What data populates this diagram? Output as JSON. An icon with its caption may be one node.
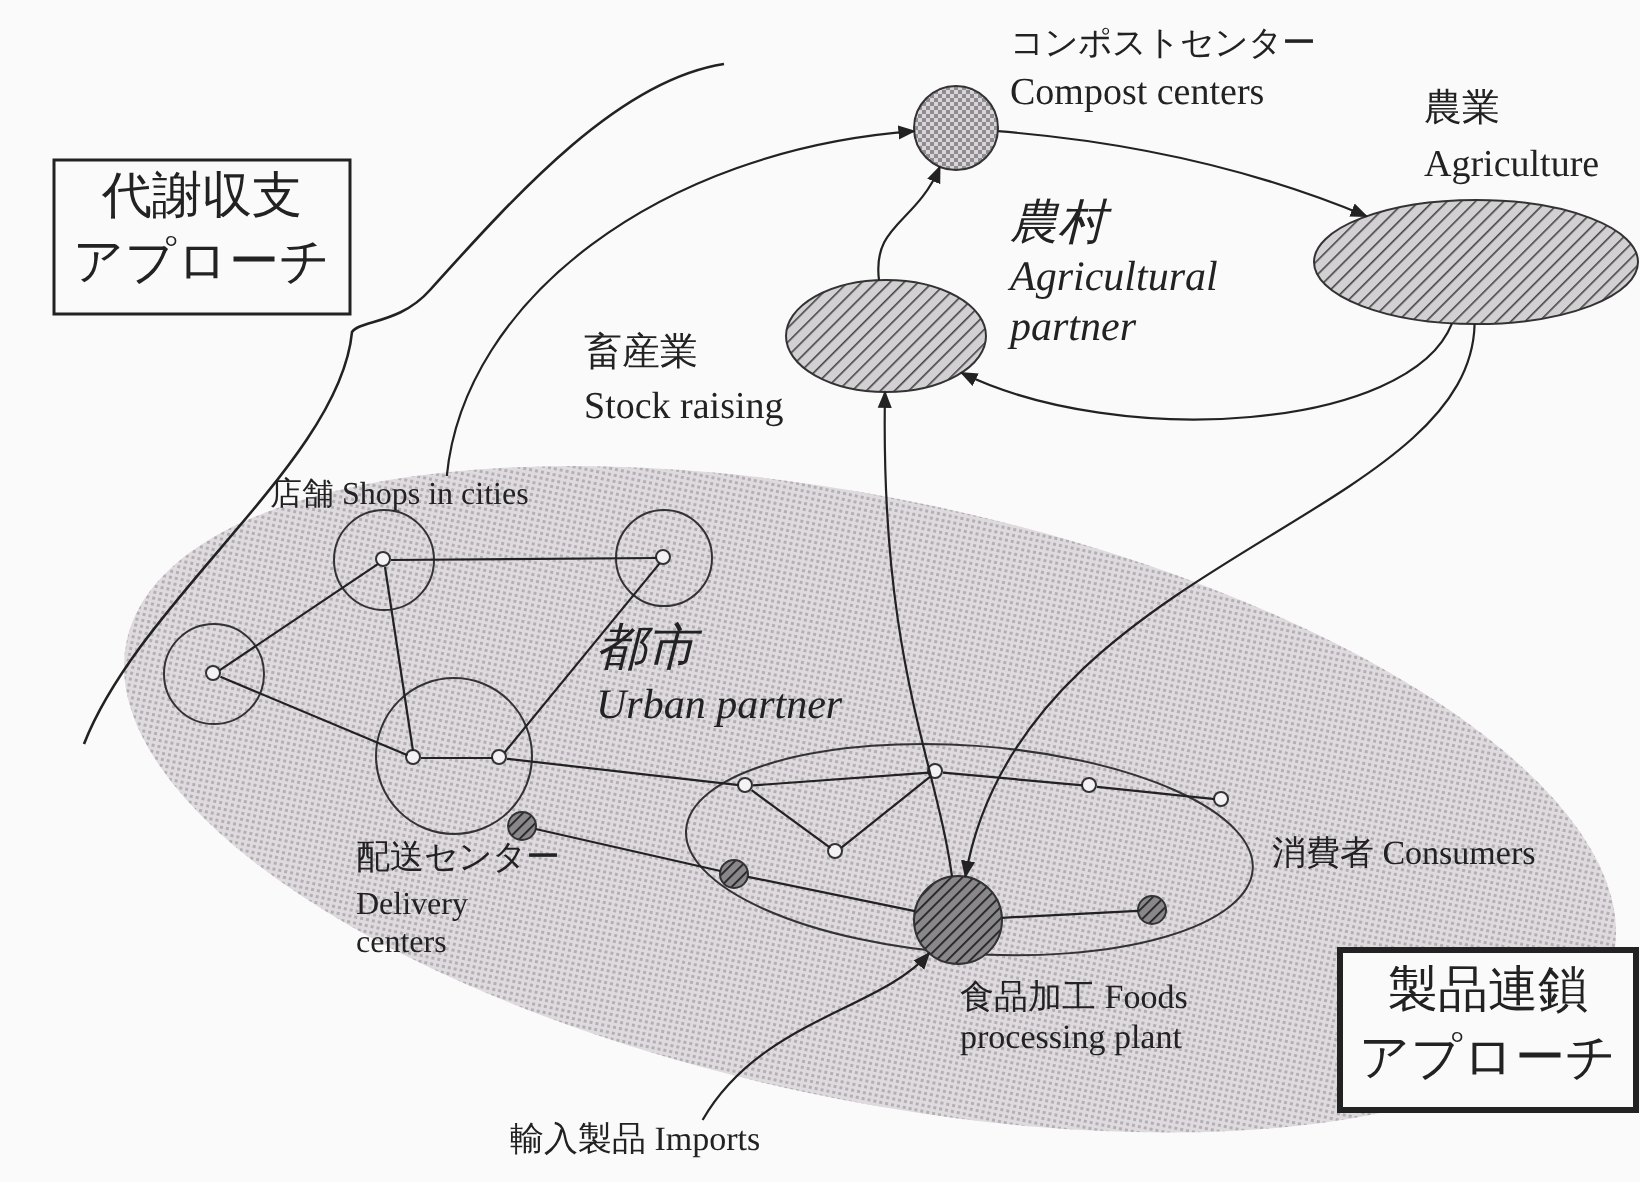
{
  "diagram": {
    "nodes": [
      {
        "text": [
          "代謝収支",
          "アプローチ"
        ]
      },
      {
        "text": [
          "コンポストセンター",
          "Compost centers"
        ]
      },
      {
        "text": [
          "農業",
          "Agriculture"
        ]
      },
      {
        "text": [
          "畜産業",
          "Stock raising"
        ]
      },
      {
        "text": [
          "都市",
          "Urban partner"
        ]
      },
      {
        "text": [
          "店舗 Shops in cities"
        ],
        "in": 4
      },
      {
        "text": [],
        "shape": "circle",
        "in": 5
      },
      {
        "text": [],
        "shape": "circle",
        "in": 4
      },
      {
        "text": [],
        "shape": "circle",
        "in": 7
      },
      {
        "text": [],
        "shape": "circle",
        "in": 4
      },
      {
        "text": [],
        "shape": "circle",
        "in": 9
      },
      {
        "text": [],
        "shape": "circle",
        "in": 4
      },
      {
        "text": [],
        "shape": "circle",
        "in": 11
      },
      {
        "text": [],
        "shape": "circle",
        "in": 11
      },
      {
        "text": [
          "配送センター",
          "Delivery centers"
        ],
        "in": 4
      },
      {
        "text": [
          "消費者 Consumers"
        ],
        "in": 4
      },
      {
        "text": [],
        "shape": "circle",
        "in": 15
      },
      {
        "text": [],
        "shape": "circle",
        "in": 15
      },
      {
        "text": [],
        "shape": "circle",
        "in": 15
      },
      {
        "text": [],
        "shape": "circle",
        "in": 15
      },
      {
        "text": [],
        "shape": "circle",
        "in": 15
      },
      {
        "text": [],
        "shape": "circle",
        "in": 15
      },
      {
        "text": [],
        "shape": "circle",
        "in": 15
      },
      {
        "text": [
          "食品加工 Foods processing plant"
        ],
        "in": 4
      },
      {
        "text": [
          "製品連鎖",
          "アプローチ"
        ]
      },
      {
        "text": [
          "輸入製品 Imports"
        ]
      }
    ],
    "edges": [
      {
        "from": 5,
        "to": 1,
        "arrow": "to"
      },
      {
        "from": 3,
        "to": 1,
        "arrow": "to"
      },
      {
        "from": 1,
        "to": 2,
        "arrow": "to"
      },
      {
        "from": 2,
        "to": 3,
        "arrow": "to"
      },
      {
        "from": 23,
        "to": 3,
        "arrow": "to"
      },
      {
        "from": 2,
        "to": 23,
        "arrow": "to"
      },
      {
        "from": 25,
        "to": 23,
        "arrow": "to"
      },
      {
        "from": 6,
        "to": 8,
        "arrow": "none"
      },
      {
        "from": 10,
        "to": 6,
        "arrow": "none"
      },
      {
        "from": 6,
        "to": 12,
        "arrow": "none"
      },
      {
        "from": 8,
        "to": 13,
        "arrow": "none"
      },
      {
        "from": 10,
        "to": 12,
        "arrow": "none"
      },
      {
        "from": 12,
        "to": 13,
        "arrow": "none"
      },
      {
        "from": 13,
        "to": 17,
        "arrow": "none"
      },
      {
        "from": 17,
        "to": 19,
        "arrow": "none"
      },
      {
        "from": 17,
        "to": 18,
        "arrow": "none"
      },
      {
        "from": 18,
        "to": 19,
        "arrow": "none"
      },
      {
        "from": 19,
        "to": 20,
        "arrow": "none"
      },
      {
        "from": 20,
        "to": 22,
        "arrow": "none"
      },
      {
        "from": 14,
        "to": 16,
        "arrow": "none"
      },
      {
        "from": 16,
        "to": 23,
        "arrow": "none"
      },
      {
        "from": 23,
        "to": 21,
        "arrow": "none"
      }
    ],
    "labels": [
      "農村",
      "Agricultural partner"
    ]
  }
}
